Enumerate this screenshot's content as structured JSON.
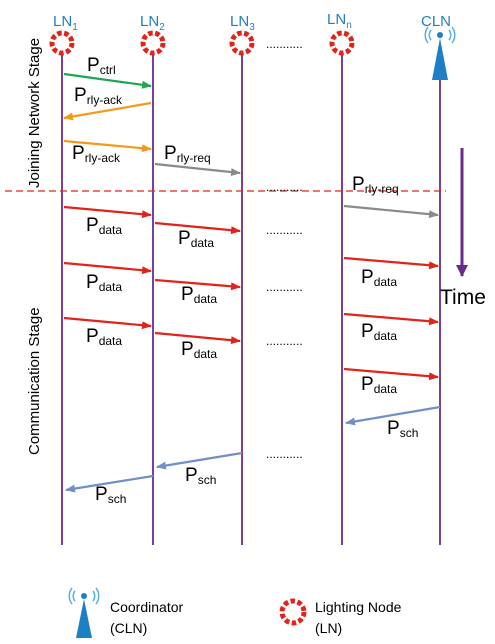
{
  "nodes": [
    {
      "id": "ln1",
      "label": "LN",
      "sub": "1"
    },
    {
      "id": "ln2",
      "label": "LN",
      "sub": "2"
    },
    {
      "id": "ln3",
      "label": "LN",
      "sub": "3"
    },
    {
      "id": "lnn",
      "label": "LN",
      "sub": "n"
    },
    {
      "id": "cln",
      "label": "CLN",
      "sub": ""
    }
  ],
  "ellipsis": "...........",
  "stages": {
    "joining": "Joining Network Stage",
    "communication": "Communication Stage"
  },
  "time_label": "Time",
  "messages": {
    "p": "P",
    "ctrl": "ctrl",
    "rly_ack": "rly-ack",
    "rly_req": "rly-req",
    "data": "data",
    "sch": "sch"
  },
  "legend": {
    "coordinator": {
      "line1": "Coordinator",
      "line2": "(CLN)"
    },
    "lighting_node": {
      "line1": "Lighting Node",
      "line2": "(LN)"
    }
  },
  "colors": {
    "lifeline": "#7b3f9e",
    "node_ring": "#e0241b",
    "node_header": "#1f7fc4",
    "ctrl_arrow": "#1ea653",
    "ack_arrow": "#f39a1c",
    "req_arrow": "#8a8a8a",
    "data_arrow": "#e0241b",
    "sch_arrow": "#6f8fc9",
    "stage_divider": "#e0241b",
    "time_arrow": "#6a2a8e",
    "antenna": "#1f7fc4"
  }
}
